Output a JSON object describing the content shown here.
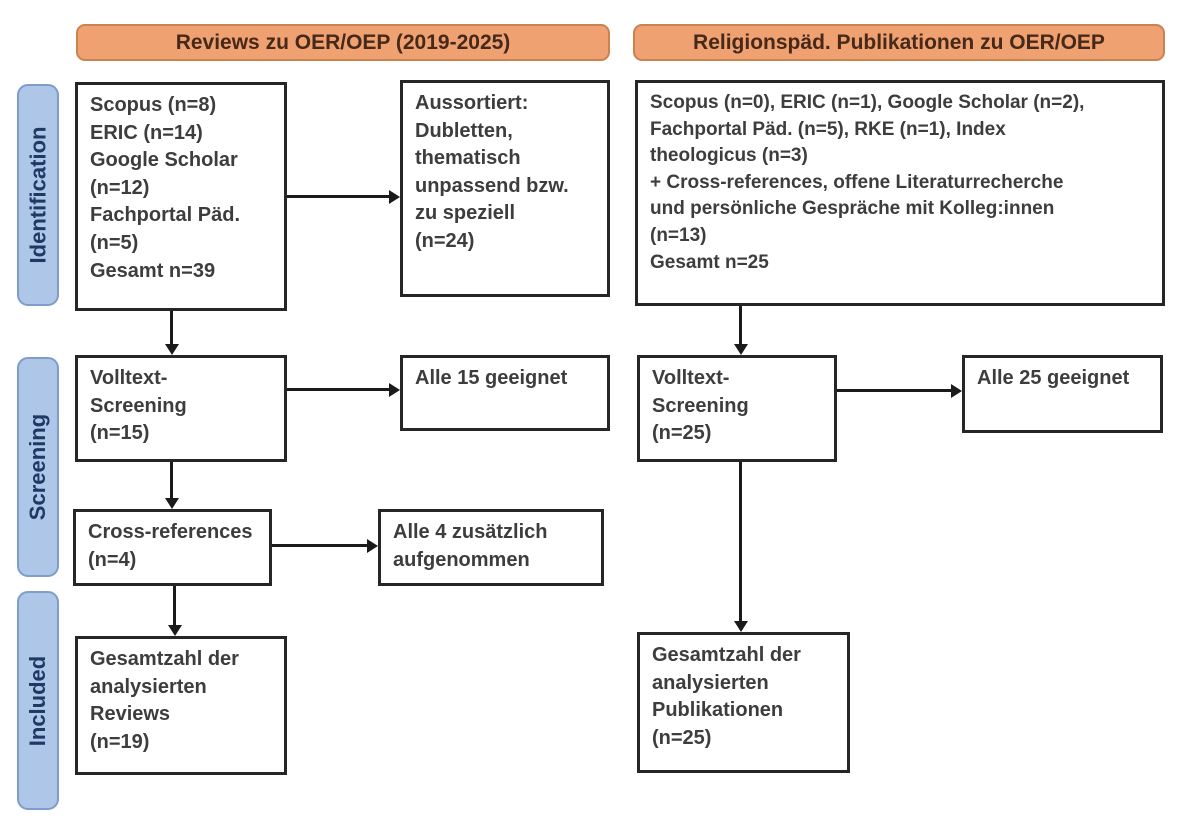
{
  "diagram": {
    "headers": {
      "reviews": "Reviews zu OER/OEP (2019-2025)",
      "religionspaed": "Religionspäd. Publikationen zu OER/OEP"
    },
    "stages": {
      "identification": "Identification",
      "screening": "Screening",
      "included": "Included"
    },
    "left": {
      "sources": "Scopus (n=8)\nERIC (n=14)\nGoogle Scholar\n(n=12)\nFachportal Päd.\n(n=5)\nGesamt n=39",
      "excluded": "Aussortiert:\nDubletten,\nthematisch\nunpassend bzw.\nzu speziell\n(n=24)",
      "fulltext_screening": "Volltext-\nScreening\n(n=15)",
      "all_suitable": "Alle 15 geeignet",
      "cross_references": "Cross-references\n(n=4)",
      "additional_included": "Alle 4 zusätzlich\naufgenommen",
      "total": "Gesamtzahl der\nanalysierten\nReviews\n(n=19)"
    },
    "right": {
      "sources": "Scopus (n=0), ERIC (n=1), Google Scholar (n=2),\nFachportal Päd. (n=5), RKE (n=1), Index\ntheologicus (n=3)\n+ Cross-references, offene Literaturrecherche\nund persönliche Gespräche mit Kolleg:innen\n(n=13)\nGesamt n=25",
      "fulltext_screening": "Volltext-\nScreening\n(n=25)",
      "all_suitable": "Alle 25 geeignet",
      "total": "Gesamtzahl der\nanalysierten\nPublikationen\n(n=25)"
    },
    "colors": {
      "header_bg": "#f0a172",
      "header_border": "#c9834f",
      "header_text": "#47291a",
      "stage_bg": "#aec6e8",
      "stage_border": "#7f9dc9",
      "stage_text": "#1f3864",
      "box_bg": "#ffffff",
      "box_border": "#262626",
      "box_text": "#3d3d3d",
      "arrow": "#1a1a1a"
    }
  }
}
